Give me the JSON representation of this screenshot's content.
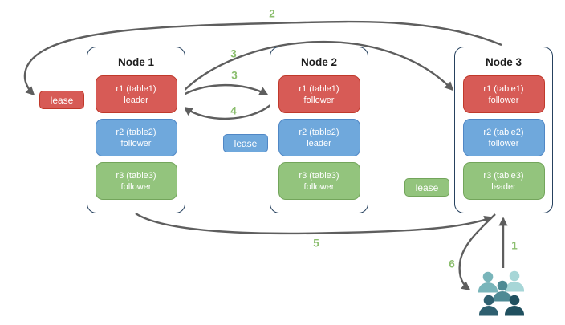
{
  "diagram": {
    "nodes": [
      {
        "title": "Node 1",
        "replicas": [
          {
            "label": "r1 (table1)",
            "role": "leader",
            "color": "red"
          },
          {
            "label": "r2 (table2)",
            "role": "follower",
            "color": "blue"
          },
          {
            "label": "r3 (table3)",
            "role": "follower",
            "color": "green"
          }
        ]
      },
      {
        "title": "Node 2",
        "replicas": [
          {
            "label": "r1 (table1)",
            "role": "follower",
            "color": "red"
          },
          {
            "label": "r2 (table2)",
            "role": "leader",
            "color": "blue"
          },
          {
            "label": "r3 (table3)",
            "role": "follower",
            "color": "green"
          }
        ]
      },
      {
        "title": "Node 3",
        "replicas": [
          {
            "label": "r1 (table1)",
            "role": "follower",
            "color": "red"
          },
          {
            "label": "r2 (table2)",
            "role": "follower",
            "color": "blue"
          },
          {
            "label": "r3 (table3)",
            "role": "leader",
            "color": "green"
          }
        ]
      }
    ],
    "leases": [
      {
        "label": "lease",
        "color": "red"
      },
      {
        "label": "lease",
        "color": "blue"
      },
      {
        "label": "lease",
        "color": "green"
      }
    ],
    "steps": {
      "1": "1",
      "2": "2",
      "3a": "3",
      "3b": "3",
      "4": "4",
      "5": "5",
      "6": "6"
    },
    "users_icon": "users-group-icon"
  },
  "colors": {
    "red_fill": "#D75B56",
    "red_border": "#C0392B",
    "blue_fill": "#6FA8DC",
    "blue_border": "#5087C5",
    "green_fill": "#93C47D",
    "green_border": "#73A55B",
    "node_border": "#26415E",
    "arrow": "#5E5E5E",
    "step_label": "#8BBE6E",
    "users_back_left": "#79B5BA",
    "users_back_right": "#A7D6D7",
    "users_middle": "#4E8A94",
    "users_front_left": "#2E5F6F",
    "users_front_right": "#20505F"
  }
}
